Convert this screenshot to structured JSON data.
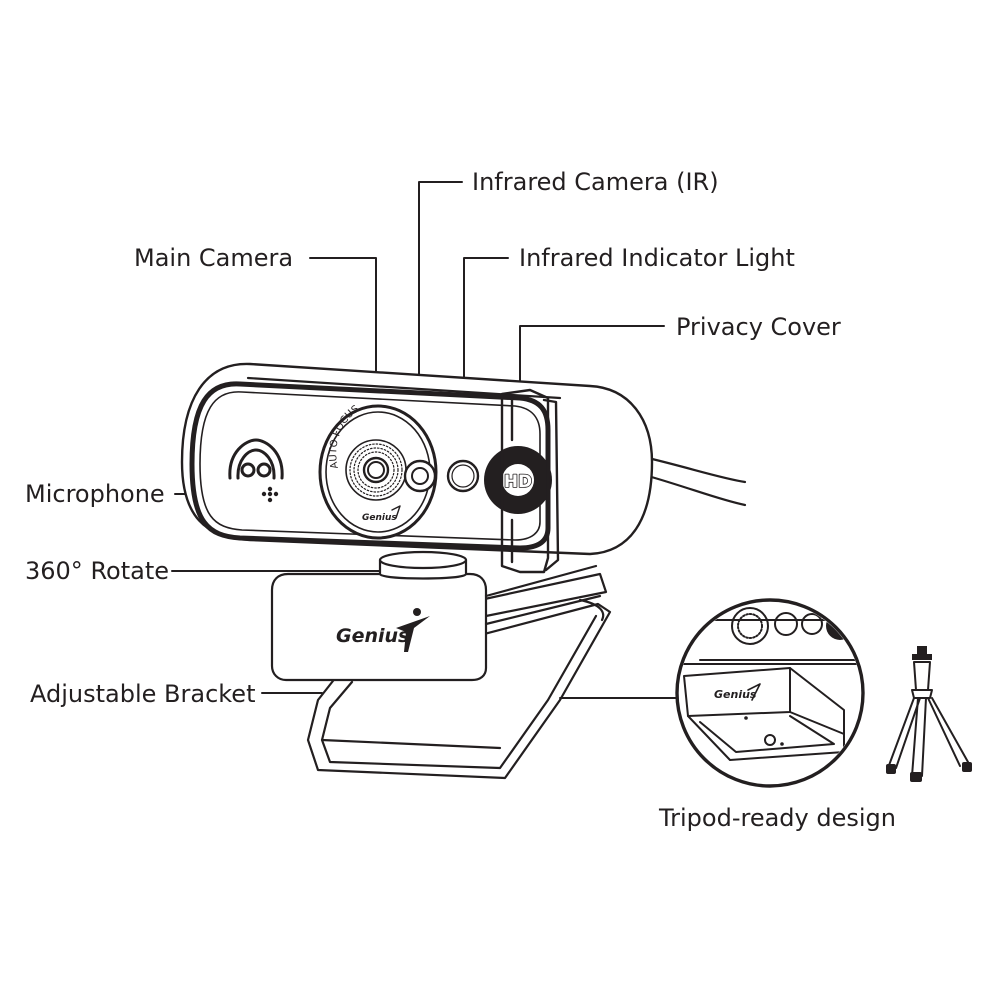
{
  "labels": {
    "infrared_camera": "Infrared Camera (IR)",
    "main_camera": "Main Camera",
    "infrared_indicator": "Infrared Indicator Light",
    "privacy_cover": "Privacy Cover",
    "microphone": "Microphone",
    "rotate": "360° Rotate",
    "bracket": "Adjustable Bracket",
    "tripod": "Tripod-ready design"
  },
  "device": {
    "brand": "Genius",
    "autofocus_text": "AUTO FOCUS",
    "hd_badge": "HD"
  },
  "colors": {
    "line": "#231f20",
    "background": "#ffffff"
  }
}
